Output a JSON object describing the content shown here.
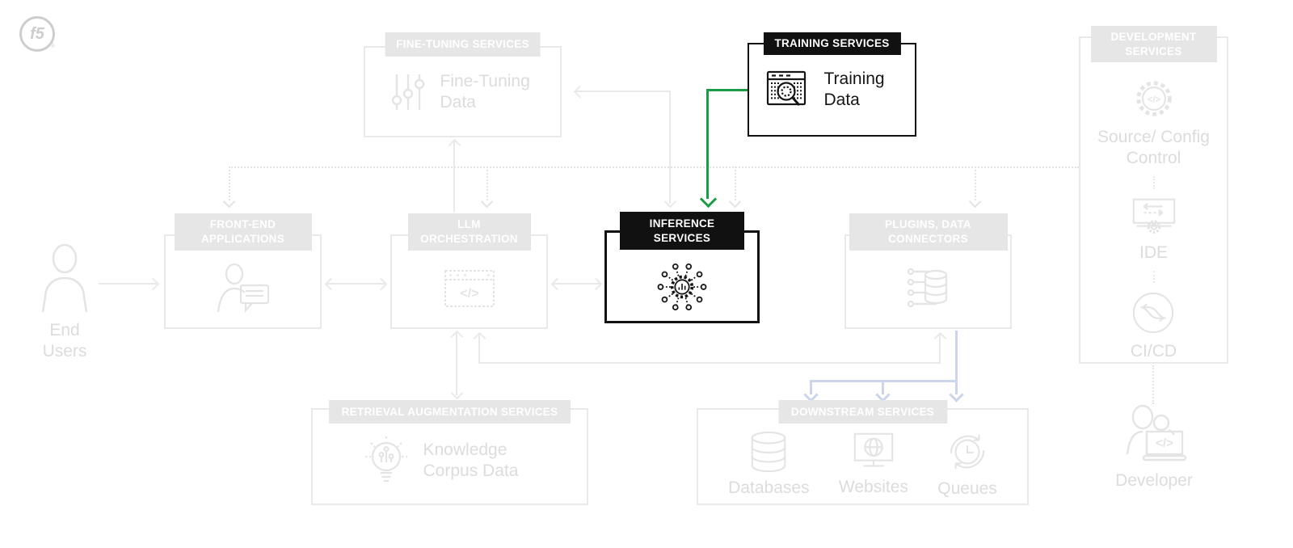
{
  "logo": {
    "label": "f5",
    "registered": "®"
  },
  "colors": {
    "highlight_green": "#1a9b45",
    "faded_grey": "#e9e9e9",
    "active_black": "#111111",
    "downstream_arrow_lavender": "#ccd5ec"
  },
  "nodes": {
    "fine_tuning": {
      "header": "FINE-TUNING SERVICES",
      "label": "Fine-Tuning Data",
      "icon": "sliders-icon",
      "state": "faded"
    },
    "training": {
      "header": "TRAINING SERVICES",
      "label": "Training Data",
      "icon": "table-search-icon",
      "state": "highlighted"
    },
    "development": {
      "header": "DEVELOPMENT SERVICES",
      "state": "faded",
      "items": [
        {
          "label": "Source/ Config Control",
          "icon": "gear-code-icon"
        },
        {
          "label": "IDE",
          "icon": "ide-monitor-icon"
        },
        {
          "label": "CI/CD",
          "icon": "cicd-cycle-icon"
        }
      ]
    },
    "front_end": {
      "header": "FRONT-END APPLICATIONS",
      "icon": "person-chat-icon",
      "state": "faded"
    },
    "llm_orchestration": {
      "header": "LLM ORCHESTRATION",
      "icon": "browser-code-icon",
      "state": "faded"
    },
    "inference": {
      "header": "INFERENCE SERVICES",
      "icon": "gear-network-icon",
      "state": "highlighted"
    },
    "plugins": {
      "header": "PLUGINS, DATA CONNECTORS",
      "icon": "database-connectors-icon",
      "state": "faded"
    },
    "retrieval": {
      "header": "RETRIEVAL AUGMENTATION SERVICES",
      "label": "Knowledge Corpus Data",
      "icon": "lightbulb-data-icon",
      "state": "faded"
    },
    "downstream": {
      "header": "DOWNSTREAM SERVICES",
      "state": "faded",
      "items": [
        {
          "label": "Databases",
          "icon": "database-icon"
        },
        {
          "label": "Websites",
          "icon": "website-monitor-icon"
        },
        {
          "label": "Queues",
          "icon": "queue-clock-icon"
        }
      ]
    },
    "end_users": {
      "label": "End Users",
      "icon": "person-icon",
      "state": "faded"
    },
    "developer": {
      "label": "Developer",
      "icon": "developer-laptop-icon",
      "state": "faded"
    }
  },
  "edges": [
    {
      "from": "end_users",
      "to": "front_end",
      "style": "arrow-faded"
    },
    {
      "from": "front_end",
      "to": "llm_orchestration",
      "style": "double-arrow-faded"
    },
    {
      "from": "llm_orchestration",
      "to": "inference",
      "style": "double-arrow-faded"
    },
    {
      "from": "llm_orchestration",
      "to": "fine_tuning",
      "style": "arrow-up-faded"
    },
    {
      "from": "fine_tuning",
      "to": "inference",
      "style": "elbow-double-arrow-faded"
    },
    {
      "from": "training",
      "to": "inference",
      "style": "elbow-arrow-green-highlighted"
    },
    {
      "from": "development",
      "to": "front_end",
      "style": "dotted-arrow-faded"
    },
    {
      "from": "development",
      "to": "llm_orchestration",
      "style": "dotted-arrow-faded"
    },
    {
      "from": "development",
      "to": "inference",
      "style": "dotted-arrow-faded"
    },
    {
      "from": "development",
      "to": "plugins",
      "style": "dotted-arrow-faded"
    },
    {
      "from": "llm_orchestration",
      "to": "retrieval",
      "style": "double-arrow-faded"
    },
    {
      "from": "llm_orchestration",
      "to": "plugins",
      "style": "bottom-elbow-double-arrow-faded"
    },
    {
      "from": "plugins",
      "to": "downstream",
      "style": "three-arrows-lavender"
    },
    {
      "from": "development",
      "to": "developer",
      "style": "dotted-faded"
    }
  ]
}
